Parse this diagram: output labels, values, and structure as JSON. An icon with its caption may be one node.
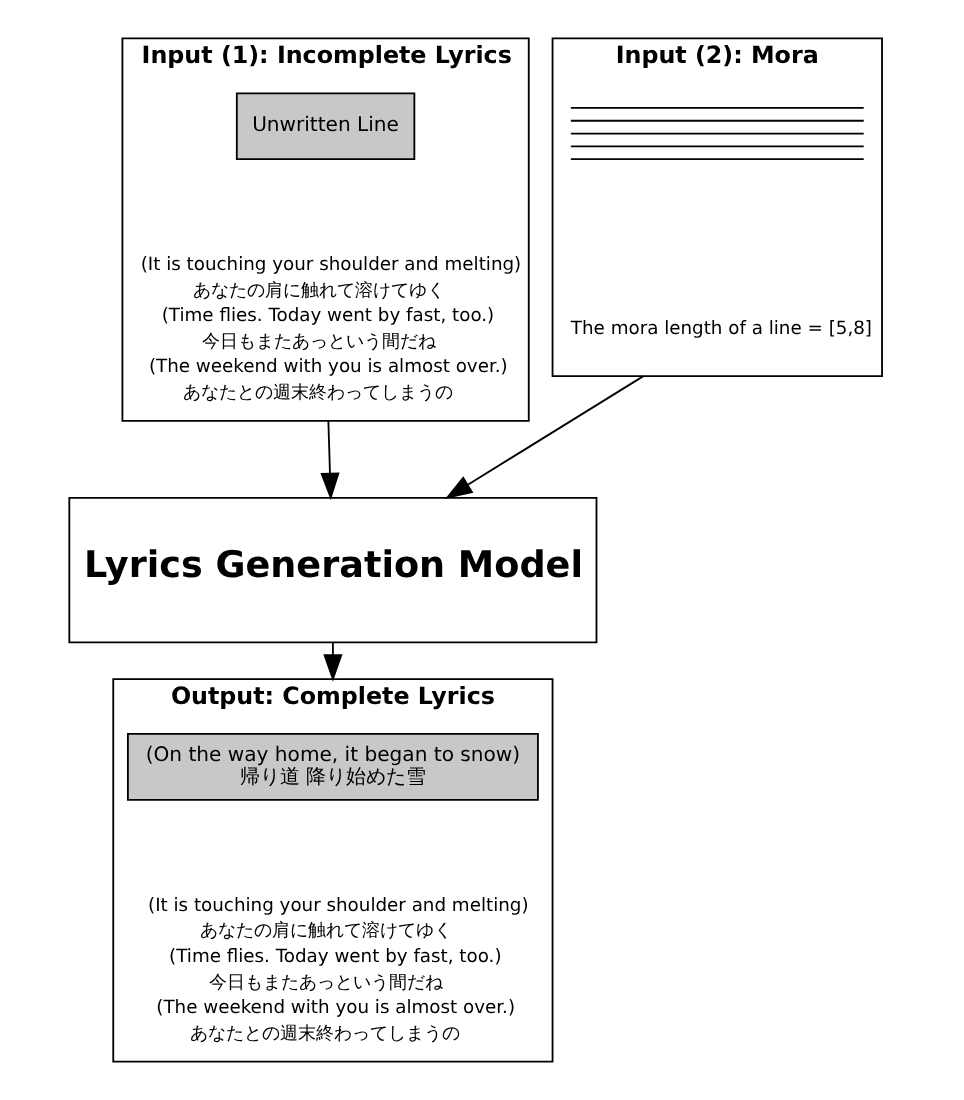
{
  "diagram": {
    "nodes": [
      {
        "text": [
          "Input (1): Incomplete Lyrics",
          "(It is touching your shoulder and melting)",
          "あなたの肩に触れて溶けてゆく",
          "(Time flies. Today went by fast, too.)",
          "今日もまたあっという間だね",
          "(The weekend with you is almost over.)",
          "あなたとの週末終わってしまうの"
        ]
      },
      {
        "text": [
          "Unwritten Line"
        ],
        "in": 0
      },
      {
        "text": [
          "Input (2): Mora",
          "The mora length of a line = [5,8]"
        ]
      },
      {
        "text": [],
        "shape": "picture",
        "in": 2
      },
      {
        "text": [
          "Lyrics Generation Model"
        ]
      },
      {
        "text": [
          "Output: Complete Lyrics",
          "(It is touching your shoulder and melting)",
          "あなたの肩に触れて溶けてゆく",
          "(Time flies. Today went by fast, too.)",
          "今日もまたあっという間だね",
          "(The weekend with you is almost over.)",
          "あなたとの週末終わってしまうの"
        ]
      },
      {
        "text": [
          "(On the way home, it began to snow)",
          "帰り道 降り始めた雪"
        ],
        "in": 5
      }
    ],
    "edges": [
      {
        "from": 0,
        "to": 4,
        "arrow": "to"
      },
      {
        "from": 2,
        "to": 4,
        "arrow": "to"
      },
      {
        "from": 4,
        "to": 5,
        "arrow": "to"
      }
    ]
  }
}
